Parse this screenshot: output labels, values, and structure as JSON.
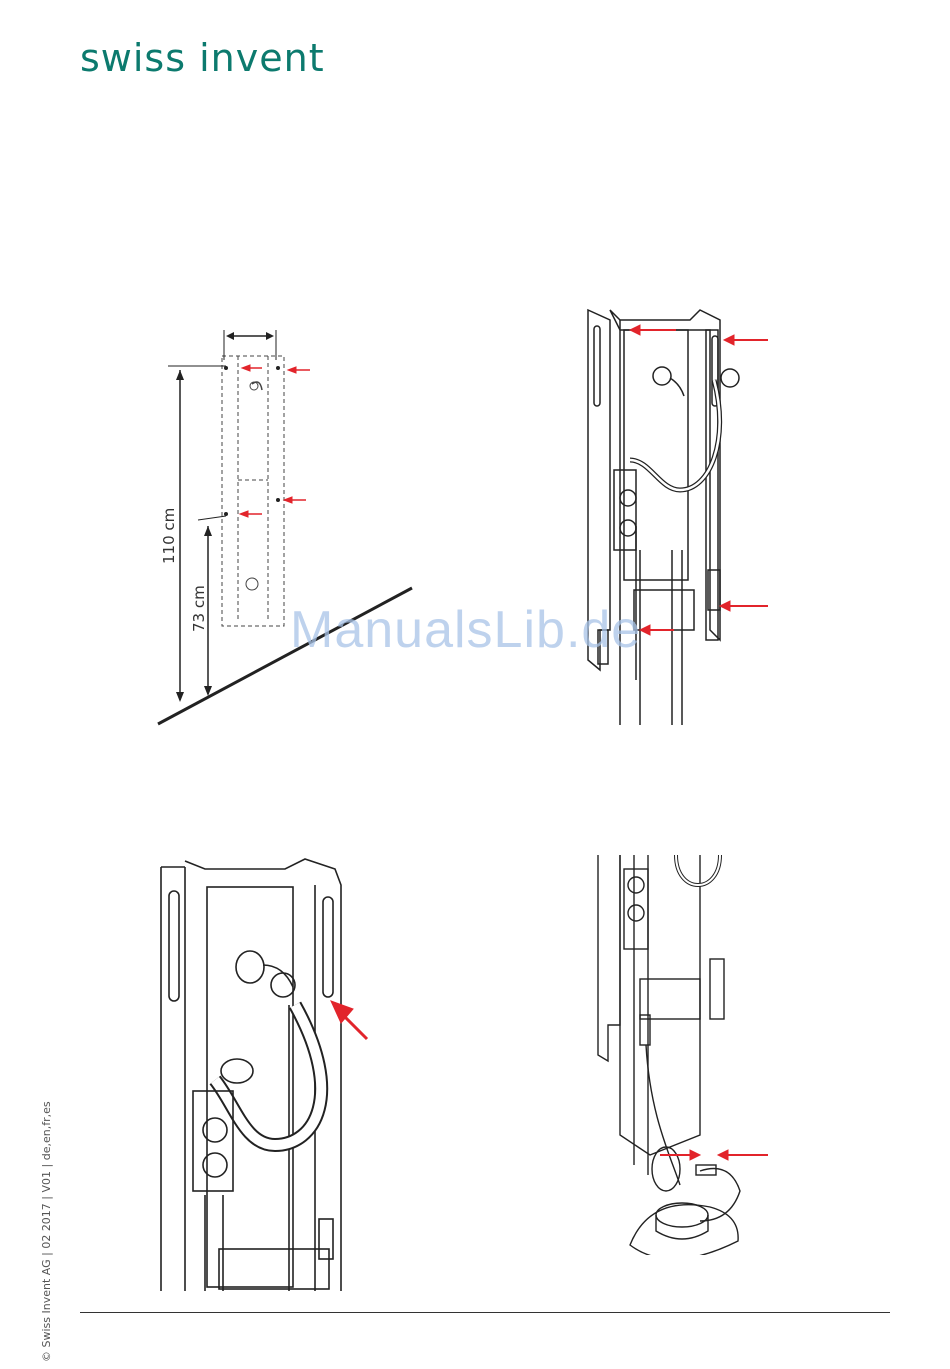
{
  "brand": {
    "name": "swiss invent"
  },
  "figure1": {
    "dim_top": "110 cm",
    "dim_bottom": "73 cm"
  },
  "watermark": "ManualsLib.de",
  "footer": {
    "copyright": "© Swiss Invent AG  |  02 2017  |  V01  |  de,en,fr,es"
  },
  "colors": {
    "brand": "#0c7a6e",
    "arrow": "#e2242b",
    "line": "#222222"
  }
}
